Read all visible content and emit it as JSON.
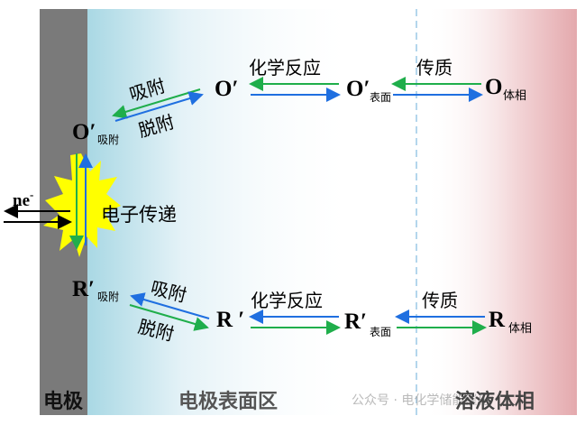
{
  "electrode_label": "电极",
  "surface_label": "电极表面区",
  "bulk_label": "溶液体相",
  "electron_label": "ne",
  "electron_sup": "-",
  "electron_transfer": "电子传递",
  "top": {
    "ads_species": "O′",
    "ads_sub": "吸附",
    "adsorb": "吸附",
    "desorb": "脱附",
    "species": "O′",
    "reaction": "化学反应",
    "surface_species": "O′",
    "surface_sub": "表面",
    "mass_transfer": "传质",
    "bulk_species": "O",
    "bulk_sub": "体相"
  },
  "bottom": {
    "ads_species": "R′",
    "ads_sub": "吸附",
    "adsorb": "吸附",
    "desorb": "脱附",
    "species": "R ′",
    "reaction": "化学反应",
    "surface_species": "R′",
    "surface_sub": "表面",
    "mass_transfer": "传质",
    "bulk_species": "R",
    "bulk_sub": "体相"
  },
  "watermark": "公众号 · 电化学储能催化",
  "colors": {
    "green": "#1fae4b",
    "blue": "#1f6fe0",
    "electrode": "#7a7a7a",
    "star": "#ffff00"
  }
}
